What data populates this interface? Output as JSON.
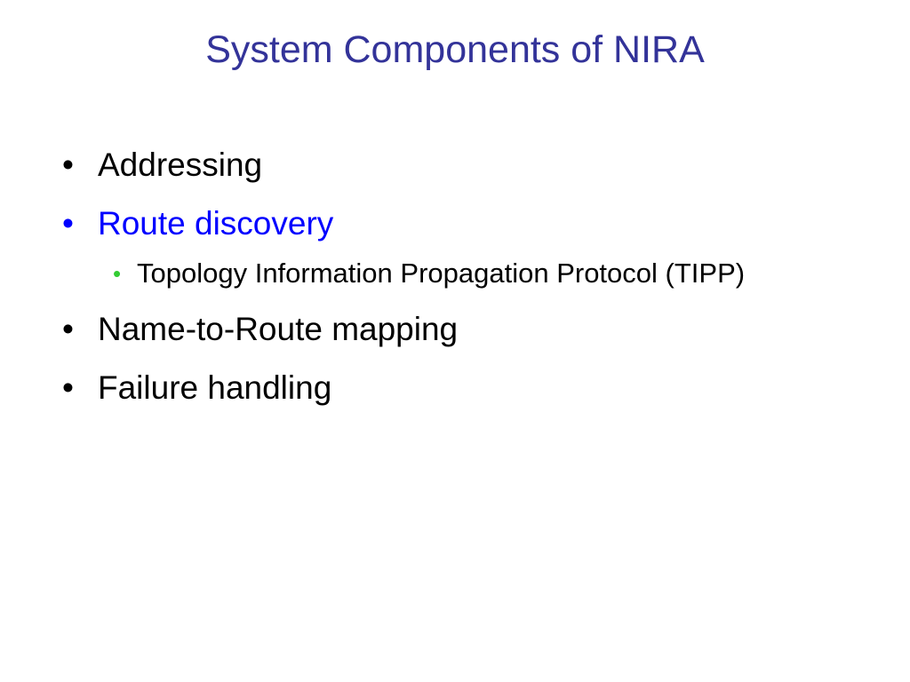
{
  "slide": {
    "title": "System Components of NIRA",
    "colors": {
      "title": "#333399",
      "body_text": "#000000",
      "highlight_text": "#0000FF",
      "subbullet_marker": "#33CC33"
    },
    "bullets": [
      {
        "marker": "•",
        "text": "Addressing"
      },
      {
        "marker": "•",
        "text": "Route discovery"
      },
      {
        "marker": "•",
        "text": "Topology Information Propagation Protocol (TIPP)"
      },
      {
        "marker": "•",
        "text": "Name-to-Route mapping"
      },
      {
        "marker": "•",
        "text": "Failure handling"
      }
    ]
  }
}
